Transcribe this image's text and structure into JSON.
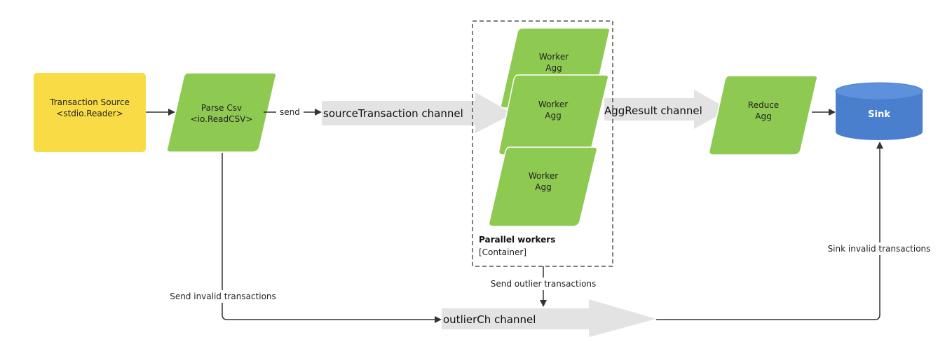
{
  "colors": {
    "source_fill": "#f9dc45",
    "process_fill": "#8ec952",
    "channel_fill": "#e3e3e3",
    "sink_fill": "#4a7fce",
    "sink_top": "#5d91dc",
    "line": "#333333"
  },
  "nodes": {
    "source": {
      "line1": "Transaction Source",
      "line2": "<stdio.Reader>"
    },
    "parse": {
      "line1": "Parse Csv",
      "line2": "<io.ReadCSV>"
    },
    "worker_top": {
      "line1": "Worker",
      "line2": "Agg"
    },
    "worker_mid": {
      "line1": "Worker",
      "line2": "Agg"
    },
    "worker_bottom": {
      "line1": "Worker",
      "line2": "Agg"
    },
    "reduce": {
      "line1": "Reduce",
      "line2": "Agg"
    },
    "sink": {
      "label": "Sink"
    }
  },
  "container": {
    "title": "Parallel workers",
    "subtitle": "[Container]"
  },
  "channels": {
    "source_transaction": "sourceTransaction channel",
    "agg_result": "AggResult channel",
    "outlier": "outlierCh channel"
  },
  "edge_labels": {
    "send": "send",
    "send_invalid": "Send invalid transactions",
    "send_outlier": "Send outlier transactions",
    "sink_invalid": "Sink invalid transactions"
  }
}
